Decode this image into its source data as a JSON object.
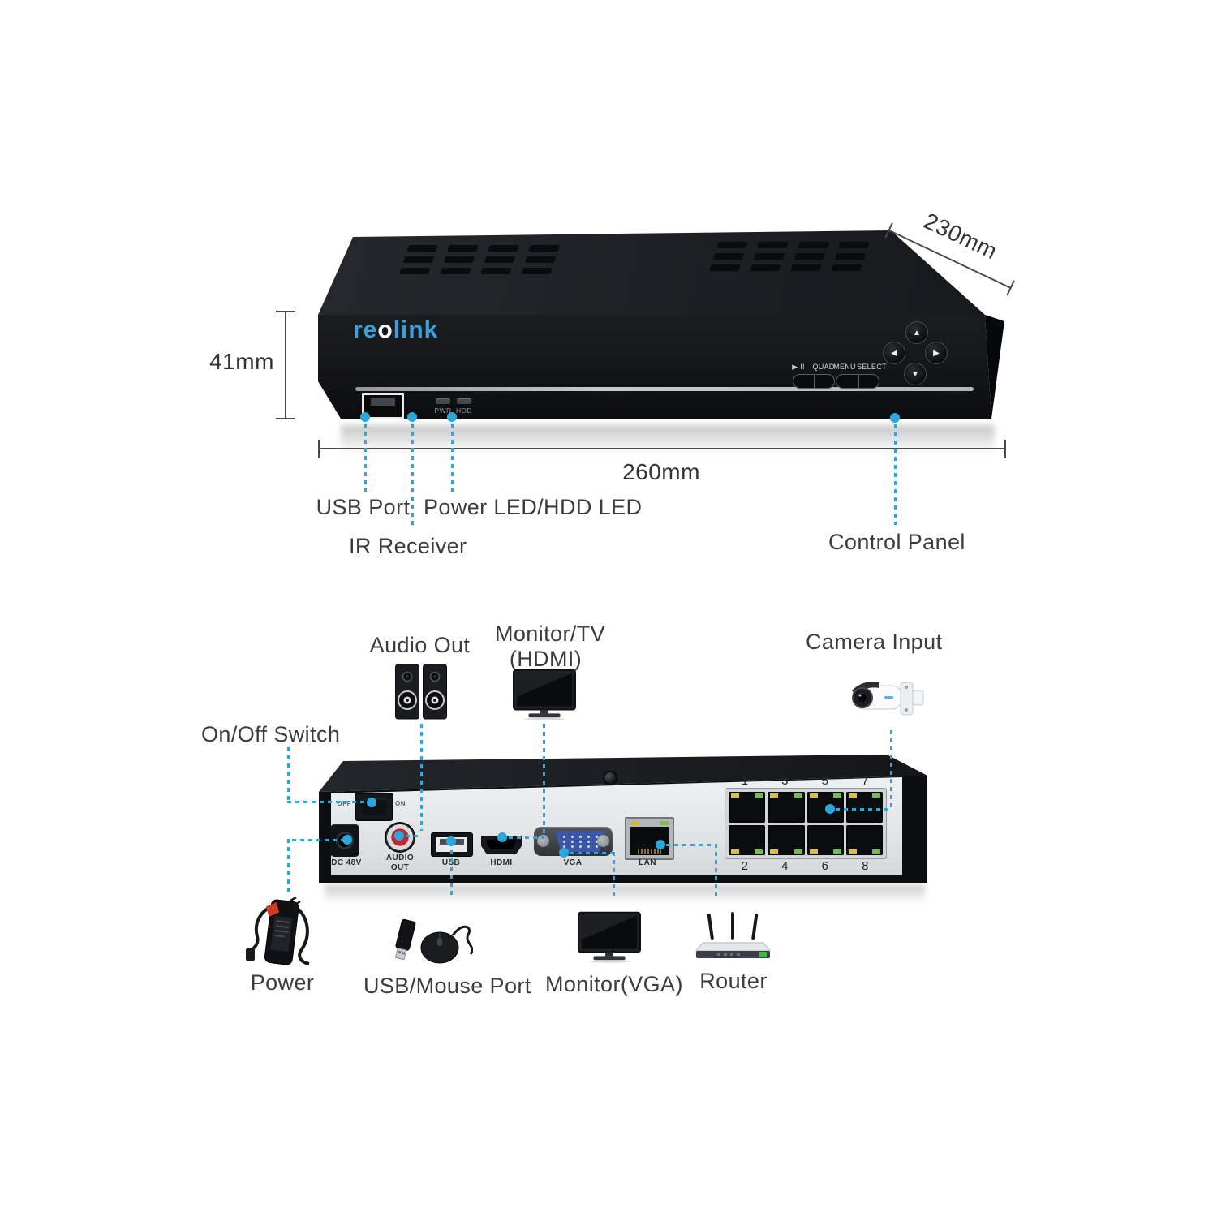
{
  "colors": {
    "accent": "#2BA7DC",
    "brand_blue": "#36A3DF",
    "label": "#3C3C3C"
  },
  "front_view": {
    "brand_part1": "re",
    "brand_part2": "o",
    "brand_part3": "link",
    "dim_height": "41mm",
    "dim_width": "260mm",
    "dim_depth": "230mm",
    "led_pwr": "PWR",
    "led_hdd": "HDD",
    "btn_play_pause": "▶ II",
    "btn_quad": "QUAD",
    "btn_menu": "MENU",
    "btn_select": "SELECT",
    "callout_usb": "USB Port",
    "callout_ir": "IR Receiver",
    "callout_led": "Power LED/HDD LED",
    "callout_control": "Control Panel"
  },
  "rear_view": {
    "callout_onoff": "On/Off Switch",
    "callout_audio": "Audio Out",
    "callout_monitor_tv_line1": "Monitor/TV",
    "callout_monitor_tv_line2": "(HDMI)",
    "callout_camera": "Camera Input",
    "callout_power": "Power",
    "callout_usb_mouse": "USB/Mouse Port",
    "callout_monitor_vga": "Monitor(VGA)",
    "callout_router": "Router",
    "switch_off": "OFF",
    "switch_on": "ON",
    "port_dc": "DC 48V",
    "port_audio_line1": "AUDIO",
    "port_audio_line2": "OUT",
    "port_usb": "USB",
    "port_hdmi": "HDMI",
    "port_vga": "VGA",
    "port_lan": "LAN",
    "camera_ports_top": [
      "1",
      "3",
      "5",
      "7"
    ],
    "camera_ports_bottom": [
      "2",
      "4",
      "6",
      "8"
    ]
  }
}
